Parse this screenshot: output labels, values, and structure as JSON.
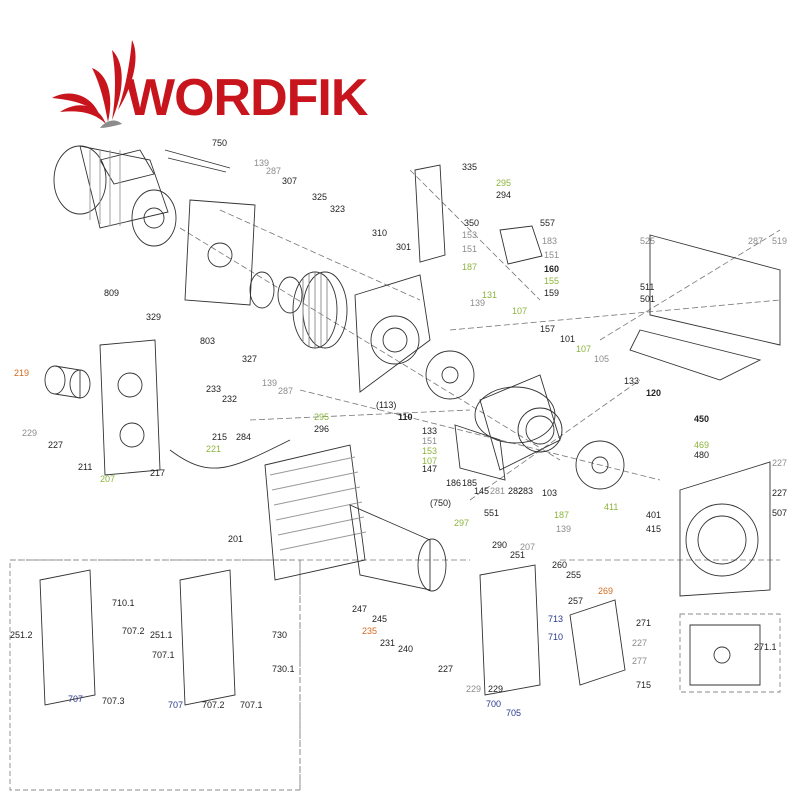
{
  "brand": {
    "name": "WORDFIK",
    "color": "#c8141c"
  },
  "label_colors": {
    "default": "#222222",
    "grey": "#8c8c8c",
    "green": "#8cb43c",
    "orange": "#d2691e",
    "blue": "#2a3a8c"
  },
  "parts": [
    {
      "n": "750",
      "c": "default"
    },
    {
      "n": "139",
      "c": "grey"
    },
    {
      "n": "287",
      "c": "grey"
    },
    {
      "n": "307",
      "c": "default"
    },
    {
      "n": "325",
      "c": "default"
    },
    {
      "n": "323",
      "c": "default"
    },
    {
      "n": "310",
      "c": "default"
    },
    {
      "n": "301",
      "c": "default"
    },
    {
      "n": "809",
      "c": "default"
    },
    {
      "n": "329",
      "c": "default"
    },
    {
      "n": "803",
      "c": "default"
    },
    {
      "n": "327",
      "c": "default"
    },
    {
      "n": "335",
      "c": "default"
    },
    {
      "n": "295",
      "c": "green"
    },
    {
      "n": "294",
      "c": "default"
    },
    {
      "n": "350",
      "c": "default"
    },
    {
      "n": "153",
      "c": "grey"
    },
    {
      "n": "151",
      "c": "grey"
    },
    {
      "n": "187",
      "c": "green"
    },
    {
      "n": "557",
      "c": "default"
    },
    {
      "n": "183",
      "c": "grey"
    },
    {
      "n": "151",
      "c": "grey"
    },
    {
      "n": "160",
      "c": "default",
      "b": true
    },
    {
      "n": "155",
      "c": "green"
    },
    {
      "n": "159",
      "c": "default"
    },
    {
      "n": "525",
      "c": "grey"
    },
    {
      "n": "287",
      "c": "grey"
    },
    {
      "n": "519",
      "c": "grey"
    },
    {
      "n": "511",
      "c": "default"
    },
    {
      "n": "501",
      "c": "default"
    },
    {
      "n": "131",
      "c": "green"
    },
    {
      "n": "139",
      "c": "grey"
    },
    {
      "n": "107",
      "c": "green"
    },
    {
      "n": "157",
      "c": "default"
    },
    {
      "n": "101",
      "c": "default"
    },
    {
      "n": "107",
      "c": "green"
    },
    {
      "n": "105",
      "c": "grey"
    },
    {
      "n": "219",
      "c": "orange"
    },
    {
      "n": "229",
      "c": "grey"
    },
    {
      "n": "227",
      "c": "default"
    },
    {
      "n": "233",
      "c": "default"
    },
    {
      "n": "232",
      "c": "default"
    },
    {
      "n": "211",
      "c": "default"
    },
    {
      "n": "207",
      "c": "green"
    },
    {
      "n": "139",
      "c": "grey"
    },
    {
      "n": "287",
      "c": "grey"
    },
    {
      "n": "295",
      "c": "green"
    },
    {
      "n": "296",
      "c": "default"
    },
    {
      "n": "(113)",
      "c": "default"
    },
    {
      "n": "110",
      "c": "default",
      "b": true
    },
    {
      "n": "215",
      "c": "default"
    },
    {
      "n": "221",
      "c": "green"
    },
    {
      "n": "217",
      "c": "default"
    },
    {
      "n": "284",
      "c": "default"
    },
    {
      "n": "133",
      "c": "default"
    },
    {
      "n": "151",
      "c": "grey"
    },
    {
      "n": "153",
      "c": "green"
    },
    {
      "n": "107",
      "c": "green"
    },
    {
      "n": "147",
      "c": "default"
    },
    {
      "n": "186",
      "c": "default"
    },
    {
      "n": "185",
      "c": "default"
    },
    {
      "n": "145",
      "c": "default"
    },
    {
      "n": "281",
      "c": "grey"
    },
    {
      "n": "282",
      "c": "default"
    },
    {
      "n": "283",
      "c": "default"
    },
    {
      "n": "103",
      "c": "default"
    },
    {
      "n": "133",
      "c": "default"
    },
    {
      "n": "120",
      "c": "default",
      "b": true
    },
    {
      "n": "450",
      "c": "default",
      "b": true
    },
    {
      "n": "469",
      "c": "green"
    },
    {
      "n": "480",
      "c": "default"
    },
    {
      "n": "227",
      "c": "grey"
    },
    {
      "n": "227",
      "c": "default"
    },
    {
      "n": "507",
      "c": "default"
    },
    {
      "n": "411",
      "c": "green"
    },
    {
      "n": "401",
      "c": "default"
    },
    {
      "n": "415",
      "c": "default"
    },
    {
      "n": "139",
      "c": "grey"
    },
    {
      "n": "201",
      "c": "default"
    },
    {
      "n": "(750)",
      "c": "default"
    },
    {
      "n": "297",
      "c": "green"
    },
    {
      "n": "551",
      "c": "default"
    },
    {
      "n": "187",
      "c": "green"
    },
    {
      "n": "290",
      "c": "default"
    },
    {
      "n": "207",
      "c": "grey"
    },
    {
      "n": "251",
      "c": "default"
    },
    {
      "n": "260",
      "c": "default"
    },
    {
      "n": "255",
      "c": "default"
    },
    {
      "n": "269",
      "c": "orange"
    },
    {
      "n": "257",
      "c": "default"
    },
    {
      "n": "713",
      "c": "blue"
    },
    {
      "n": "710",
      "c": "blue"
    },
    {
      "n": "271",
      "c": "default"
    },
    {
      "n": "227",
      "c": "grey"
    },
    {
      "n": "277",
      "c": "grey"
    },
    {
      "n": "715",
      "c": "default"
    },
    {
      "n": "247",
      "c": "default"
    },
    {
      "n": "245",
      "c": "default"
    },
    {
      "n": "235",
      "c": "orange"
    },
    {
      "n": "231",
      "c": "default"
    },
    {
      "n": "240",
      "c": "default"
    },
    {
      "n": "227",
      "c": "default"
    },
    {
      "n": "229",
      "c": "grey"
    },
    {
      "n": "229",
      "c": "default"
    },
    {
      "n": "700",
      "c": "blue"
    },
    {
      "n": "705",
      "c": "blue"
    },
    {
      "n": "271.1",
      "c": "default"
    },
    {
      "n": "710.1",
      "c": "default"
    },
    {
      "n": "251.2",
      "c": "default"
    },
    {
      "n": "707.2",
      "c": "default"
    },
    {
      "n": "707.1",
      "c": "default"
    },
    {
      "n": "707",
      "c": "blue"
    },
    {
      "n": "707.3",
      "c": "default"
    },
    {
      "n": "251.1",
      "c": "default"
    },
    {
      "n": "730",
      "c": "default"
    },
    {
      "n": "730.1",
      "c": "default"
    },
    {
      "n": "707",
      "c": "blue"
    },
    {
      "n": "707.2",
      "c": "default"
    },
    {
      "n": "707.1",
      "c": "default"
    }
  ]
}
